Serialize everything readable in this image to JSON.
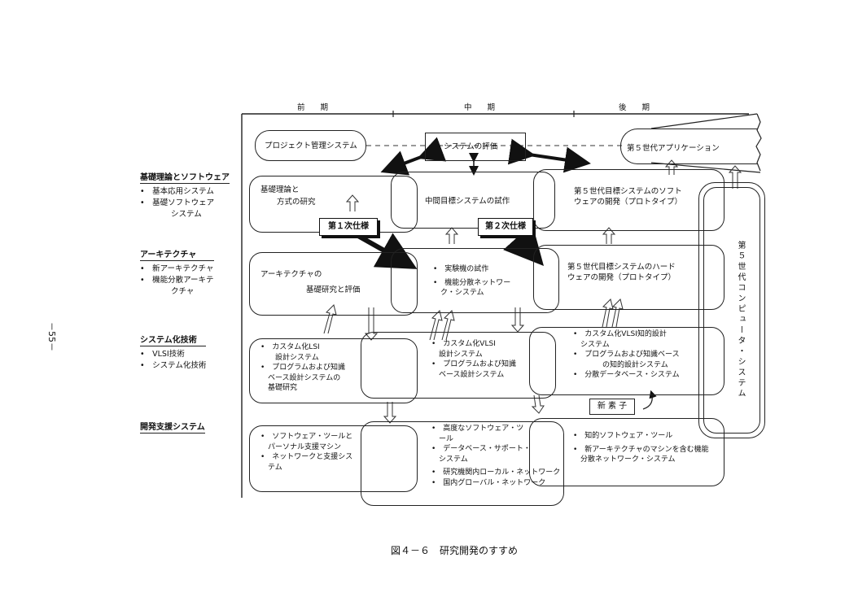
{
  "page_number": "－55－",
  "timeline": {
    "early": "前　　期",
    "middle": "中　　期",
    "late": "後　　期"
  },
  "left_column": [
    {
      "heading": "基礎理論とソフトウェア",
      "items": [
        "•　基本応用システム",
        "•　基礎ソフトウェア",
        "　　　　システム"
      ]
    },
    {
      "heading": "アーキテクチャ",
      "items": [
        "•　新アーキテクチャ",
        "•　機能分散アーキテ",
        "　　　　クチャ"
      ]
    },
    {
      "heading": "システム化技術",
      "items": [
        "•　VLSI技術",
        "•　システム化技術"
      ]
    },
    {
      "heading": "開発支援システム",
      "items": []
    }
  ],
  "top_row": {
    "project_mgmt": "プロジェクト管理システム",
    "system_eval": "システムの評価",
    "fifth_gen_app": "第５世代アプリケーション"
  },
  "row1": {
    "a": [
      "基礎理論と",
      "方式の研究"
    ],
    "b": "中間目標システムの試作",
    "c": [
      "第５世代目標システムのソフト",
      "ウェアの開発（プロトタイプ）"
    ]
  },
  "spec_tags": {
    "first": "第１次仕様",
    "second": "第２次仕様"
  },
  "row2": {
    "a": [
      "アーキテクチャの",
      "基礎研究と評価"
    ],
    "b": [
      "•　実験機の試作",
      "•　機能分散ネットワー",
      "　ク・システム"
    ],
    "c": [
      "第５世代目標システムのハード",
      "ウェアの開発（プロトタイプ）"
    ]
  },
  "fifth_gen_system": "第５世代コンピュータ・システム",
  "row3": {
    "a": [
      "•　カスタム化LSI",
      "　　設計システム",
      "•　プログラムおよび知識",
      "　ベース設計システムの",
      "　基礎研究"
    ],
    "b": [
      "•　カスタム化VLSI",
      "　設計システム",
      "•　プログラムおよび知識",
      "　ベース設計システム"
    ],
    "c": [
      "•　カスタム化VLSI知的設計",
      "　システム",
      "•　プログラムおよび知識ベース",
      "　　　　の知的設計システム",
      "•　分散データベース・システム"
    ]
  },
  "new_element": "新 素 子",
  "row4": {
    "a": [
      "•　ソフトウェア・ツールと",
      "　パーソナル支援マシン",
      "•　ネットワークと支援シス",
      "　テム"
    ],
    "b": [
      "•　高度なソフトウェア・ツ",
      "　ール",
      "•　データベース・サポート・",
      "　システム",
      "•　研究機関内ローカル・ネットワーク",
      "•　国内グローバル・ネットワーク"
    ],
    "c": [
      "•　知的ソフトウェア・ツール",
      "•　新アーキテクチャのマシンを含む機能",
      "　分散ネットワーク・システム"
    ]
  },
  "caption": "図４－６　研究開発のすすめ"
}
